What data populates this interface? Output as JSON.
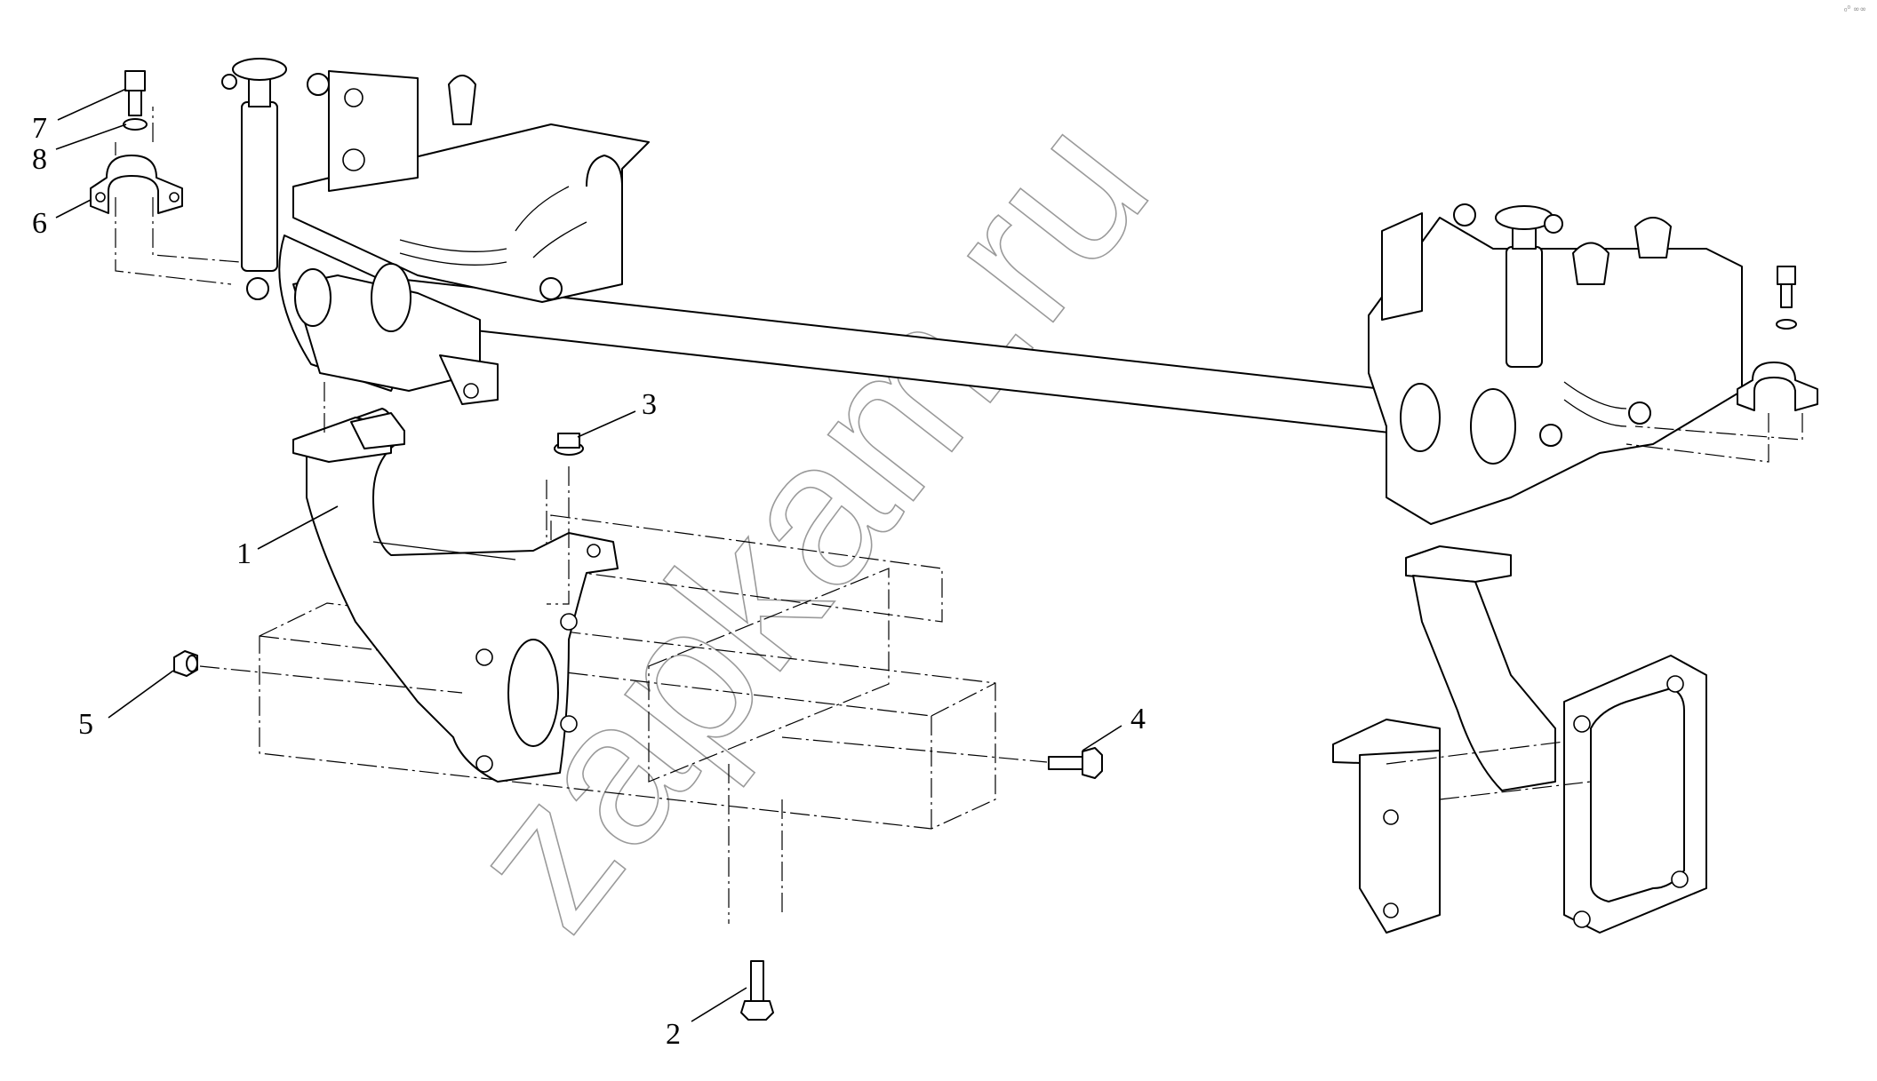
{
  "diagram": {
    "callouts": [
      {
        "id": "1",
        "label": "1"
      },
      {
        "id": "2",
        "label": "2"
      },
      {
        "id": "3",
        "label": "3"
      },
      {
        "id": "4",
        "label": "4"
      },
      {
        "id": "5",
        "label": "5"
      },
      {
        "id": "6",
        "label": "6"
      },
      {
        "id": "7",
        "label": "7"
      },
      {
        "id": "8",
        "label": "8"
      }
    ],
    "watermark": "zapkam.ru",
    "corner_mark": "₀⁰ ∞∞"
  },
  "colors": {
    "line": "#000000",
    "background": "#ffffff",
    "watermark": "#9a9a9a"
  }
}
